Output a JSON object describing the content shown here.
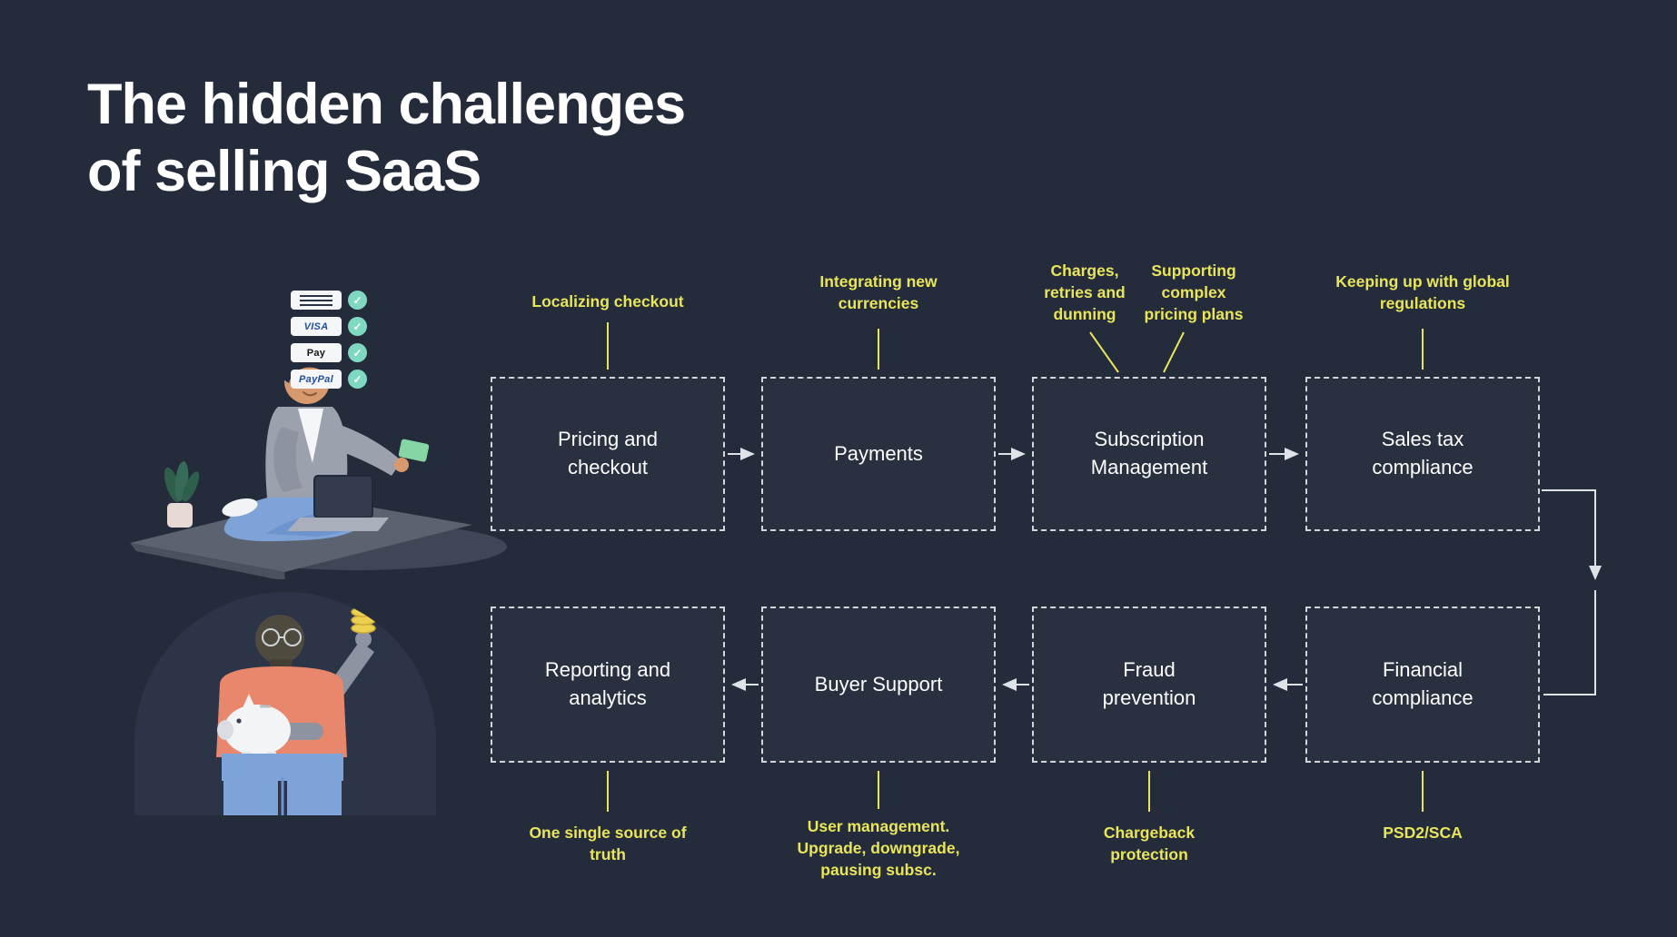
{
  "title": {
    "line1": "The hidden challenges",
    "line2": "of selling SaaS"
  },
  "colors": {
    "background": "#242c3b",
    "accent_yellow": "#e9e55a",
    "arrow": "#dfe3e8",
    "box_border": "#f2f4f6",
    "badge_check": "#7fd9c0"
  },
  "flow": {
    "row1": [
      {
        "label": "Pricing and checkout",
        "annotation": "Localizing checkout"
      },
      {
        "label": "Payments",
        "annotation": "Integrating new currencies"
      },
      {
        "label": "Subscription Management",
        "annotation_left": "Charges, retries and dunning",
        "annotation_right": "Supporting complex pricing plans"
      },
      {
        "label": "Sales tax compliance",
        "annotation": "Keeping up with global regulations"
      }
    ],
    "row2": [
      {
        "label": "Reporting and analytics",
        "annotation": "One single source of truth"
      },
      {
        "label": "Buyer Support",
        "annotation": "User management. Upgrade, downgrade, pausing subsc."
      },
      {
        "label": "Fraud prevention",
        "annotation": "Chargeback protection"
      },
      {
        "label": "Financial compliance",
        "annotation": "PSD2/SCA"
      }
    ]
  },
  "payments_panel": {
    "check_icon": "✓",
    "badges": [
      {
        "name": "striped-card",
        "label": ""
      },
      {
        "name": "visa",
        "label": "VISA"
      },
      {
        "name": "apple-pay",
        "label": "Pay"
      },
      {
        "name": "paypal",
        "label": "PayPal"
      }
    ]
  }
}
